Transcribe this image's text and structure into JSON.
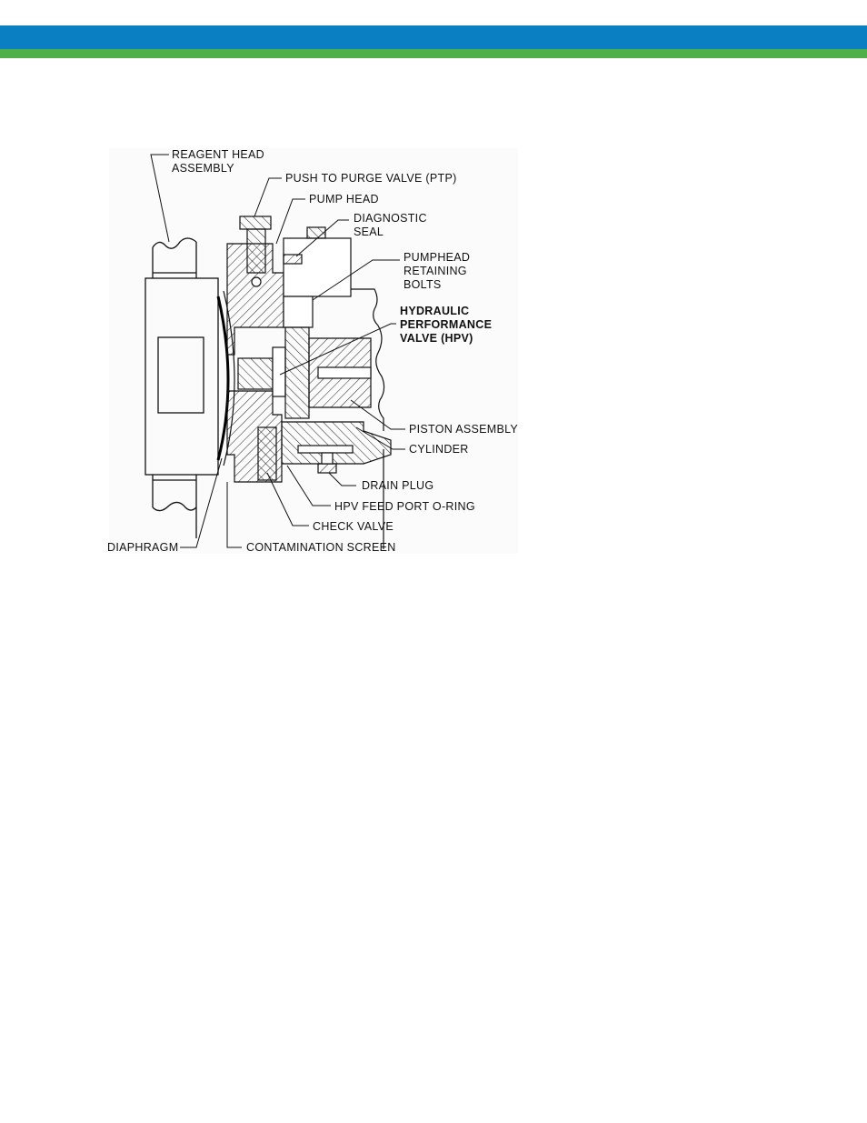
{
  "header": {
    "colors": {
      "blue_band": "#0a7fc2",
      "green_band": "#4fb04a"
    }
  },
  "diagram": {
    "labels": {
      "reagent_head_assembly_1": "REAGENT HEAD",
      "reagent_head_assembly_2": "ASSEMBLY",
      "ptp": "PUSH TO PURGE VALVE (PTP)",
      "pump_head": "PUMP HEAD",
      "diagnostic_seal_1": "DIAGNOSTIC",
      "diagnostic_seal_2": "SEAL",
      "bolts_1": "PUMPHEAD",
      "bolts_2": "RETAINING",
      "bolts_3": "BOLTS",
      "hpv_1": "HYDRAULIC",
      "hpv_2": "PERFORMANCE",
      "hpv_3": "VALVE (HPV)",
      "piston_assembly": "PISTON ASSEMBLY",
      "cylinder": "CYLINDER",
      "drain_plug": "DRAIN PLUG",
      "hpv_feed_port": "HPV FEED PORT O-RING",
      "check_valve": "CHECK VALVE",
      "diaphragm": "DIAPHRAGM",
      "contamination_screen": "CONTAMINATION SCREEN"
    }
  }
}
